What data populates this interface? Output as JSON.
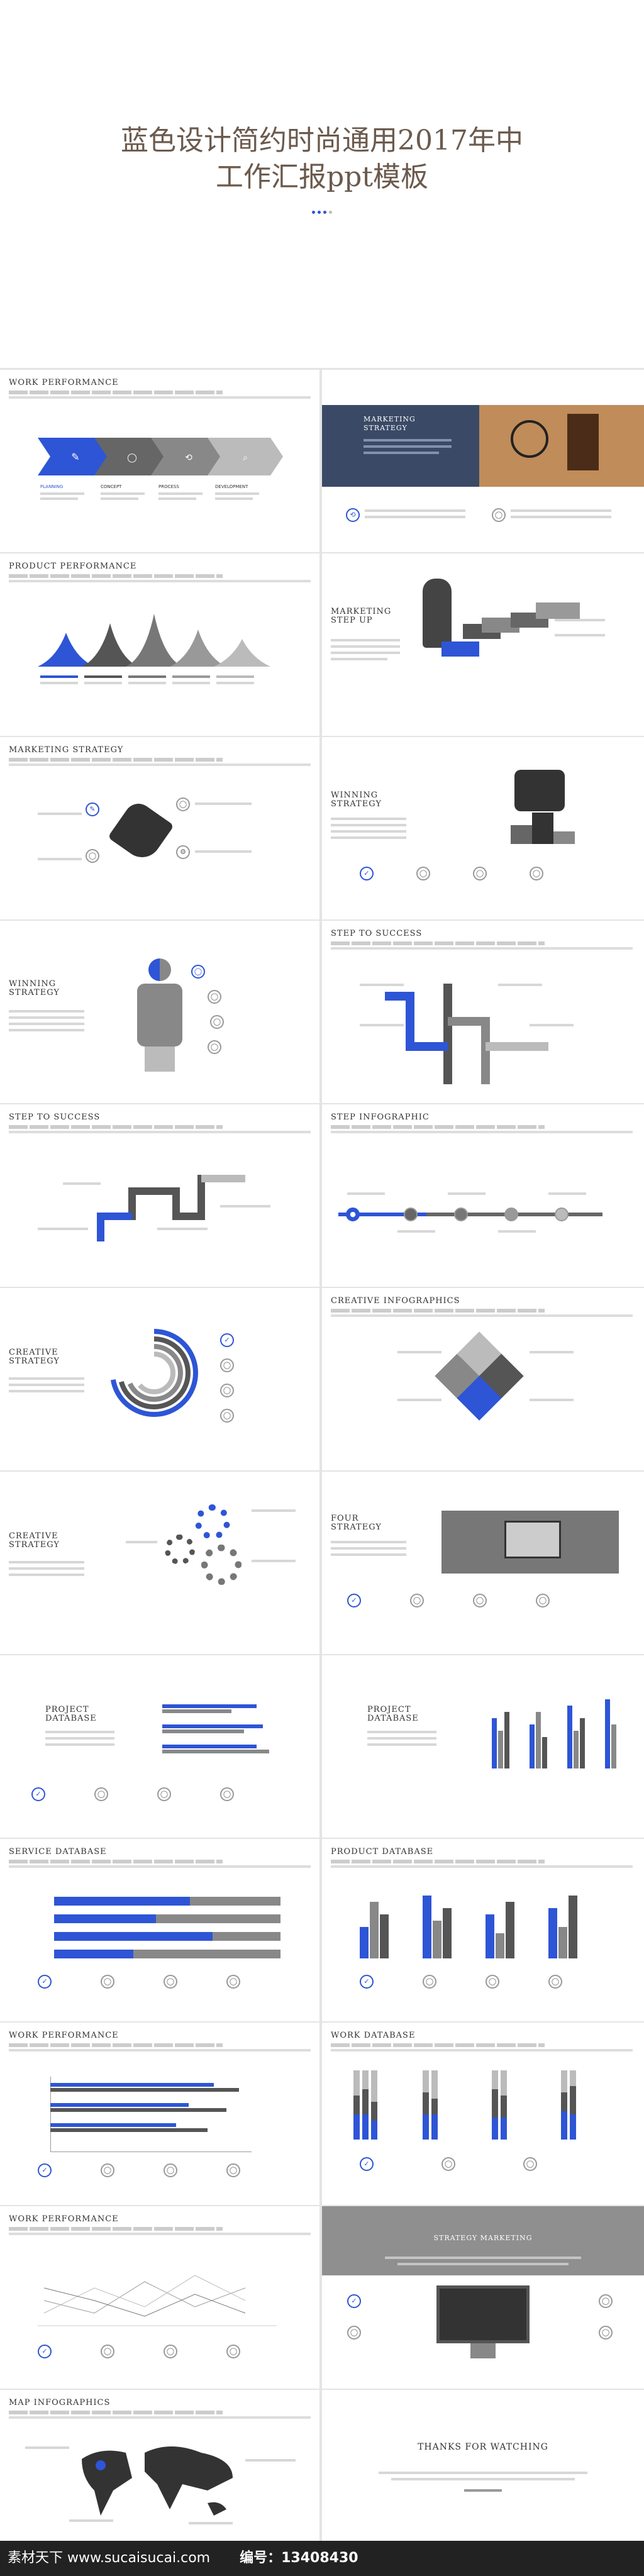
{
  "cover": {
    "title_line1": "蓝色设计简约时尚通用2017年中",
    "title_line2": "工作汇报ppt模板"
  },
  "slides": {
    "s1": {
      "title": "WORK PERFORMANCE",
      "l1": "PLANNING",
      "l2": "CONCEPT",
      "l3": "PROCESS",
      "l4": "DEVELOPMENT"
    },
    "s2": {
      "title": "MARKETING STRATEGY"
    },
    "s3": {
      "title": "PRODUCT PERFORMANCE"
    },
    "s4": {
      "title": "MARKETING STEP UP"
    },
    "s5": {
      "title": "MARKETING STRATEGY"
    },
    "s6": {
      "title": "WINNING STRATEGY"
    },
    "s7": {
      "title": "WINNING STRATEGY"
    },
    "s8": {
      "title": "STEP TO SUCCESS"
    },
    "s9": {
      "title": "STEP TO SUCCESS"
    },
    "s10": {
      "title": "STEP INFOGRAPHIC"
    },
    "s11": {
      "title": "CREATIVE STRATEGY"
    },
    "s12": {
      "title": "CREATIVE INFOGRAPHICS"
    },
    "s13": {
      "title": "CREATIVE STRATEGY"
    },
    "s14": {
      "title": "FOUR STRATEGY"
    },
    "s15": {
      "title": "PROJECT DATABASE"
    },
    "s16": {
      "title": "PROJECT DATABASE"
    },
    "s17": {
      "title": "SERVICE DATABASE"
    },
    "s18": {
      "title": "PRODUCT DATABASE"
    },
    "s19": {
      "title": "WORK PERFORMANCE"
    },
    "s20": {
      "title": "WORK DATABASE"
    },
    "s21": {
      "title": "WORK PERFORMANCE"
    },
    "s22": {
      "title": "STRATEGY MARKETING"
    },
    "s23": {
      "title": "MAP INFOGRAPHICS"
    },
    "s24": {
      "title": "THANKS FOR WATCHING"
    }
  },
  "footer": {
    "left": "素材天下 www.sucaisucai.com",
    "right": "编号：13408430"
  },
  "colors": {
    "accent": "#2e55d6",
    "dark": "#555555",
    "mid": "#8a8a8a",
    "light": "#bdbdbd"
  }
}
